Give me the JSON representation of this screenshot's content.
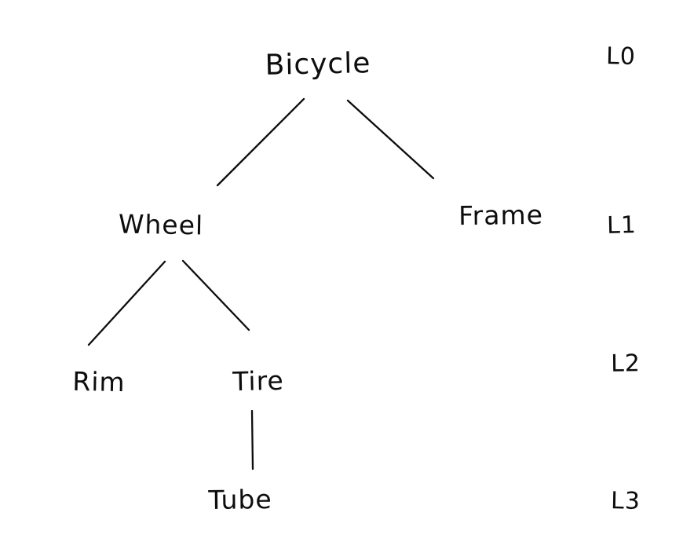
{
  "diagram": {
    "type": "tree",
    "background_color": "#ffffff",
    "ink_color": "#0d0d0d",
    "nodes": {
      "bicycle": {
        "label": "Bicycle",
        "level": "L0"
      },
      "wheel": {
        "label": "Wheel",
        "level": "L1"
      },
      "frame": {
        "label": "Frame",
        "level": "L1"
      },
      "rim": {
        "label": "Rim",
        "level": "L2"
      },
      "tire": {
        "label": "Tire",
        "level": "L2"
      },
      "tube": {
        "label": "Tube",
        "level": "L3"
      }
    },
    "edges": [
      {
        "from": "Bicycle",
        "to": "Wheel"
      },
      {
        "from": "Bicycle",
        "to": "Frame"
      },
      {
        "from": "Wheel",
        "to": "Rim"
      },
      {
        "from": "Wheel",
        "to": "Tire"
      },
      {
        "from": "Tire",
        "to": "Tube"
      }
    ],
    "level_labels": {
      "l0": {
        "label": "L0"
      },
      "l1": {
        "label": "L1"
      },
      "l2": {
        "label": "L2"
      },
      "l3": {
        "label": "L3"
      }
    }
  }
}
